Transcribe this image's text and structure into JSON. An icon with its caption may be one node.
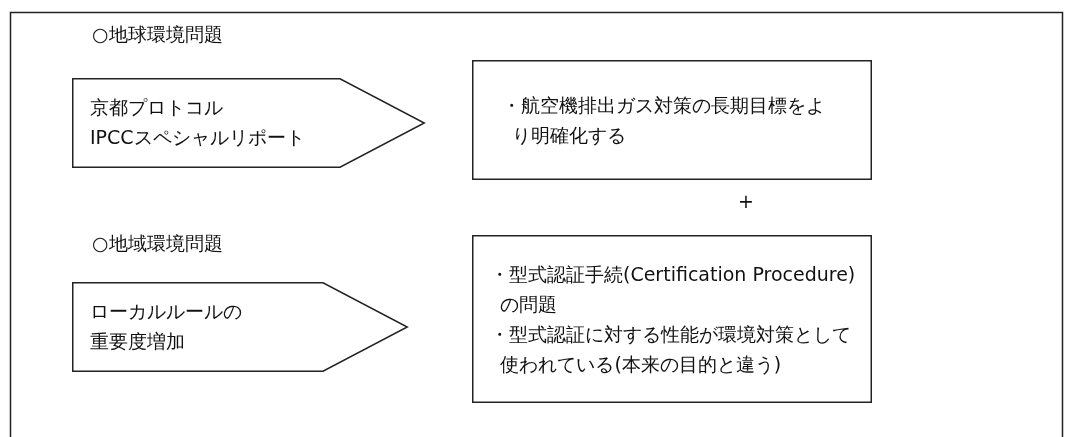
{
  "diagram": {
    "nodes": [
      {
        "text": [
          "京都プロトコル",
          "IPCCスペシャルリポート"
        ]
      },
      {
        "text": [
          "・航空機排出ガス対策の長期目標をより明確化する"
        ]
      },
      {
        "text": [
          "ローカルルールの",
          "重要度増加"
        ]
      },
      {
        "text": [
          "・型式認証手続(Certification Procedure)の問題",
          "・型式認証に対する性能が環境対策として使われている(本来の目的と違う)"
        ]
      }
    ],
    "labels": [
      "○地球環境問題",
      "+",
      "○地域環境問題"
    ]
  }
}
